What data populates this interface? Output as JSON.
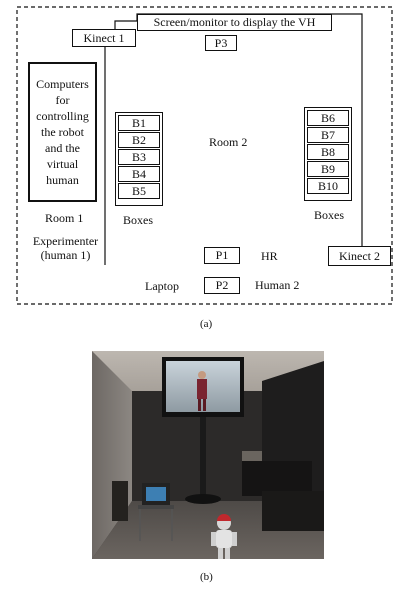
{
  "diagram": {
    "screen_label": "Screen/monitor to display the VH",
    "kinect1": "Kinect 1",
    "kinect2": "Kinect 2",
    "p3": "P3",
    "p1": "P1",
    "p2": "P2",
    "computers": "Computers for controlling the robot and the virtual human",
    "room1": "Room 1",
    "room2": "Room 2",
    "experimenter": "Experimenter (human 1)",
    "boxes_left_label": "Boxes",
    "boxes_right_label": "Boxes",
    "boxes_left": [
      "B1",
      "B2",
      "B3",
      "B4",
      "B5"
    ],
    "boxes_right": [
      "B6",
      "B7",
      "B8",
      "B9",
      "B10"
    ],
    "hr": "HR",
    "laptop": "Laptop",
    "human2": "Human 2"
  },
  "captions": {
    "a": "(a)",
    "b": "(b)"
  }
}
